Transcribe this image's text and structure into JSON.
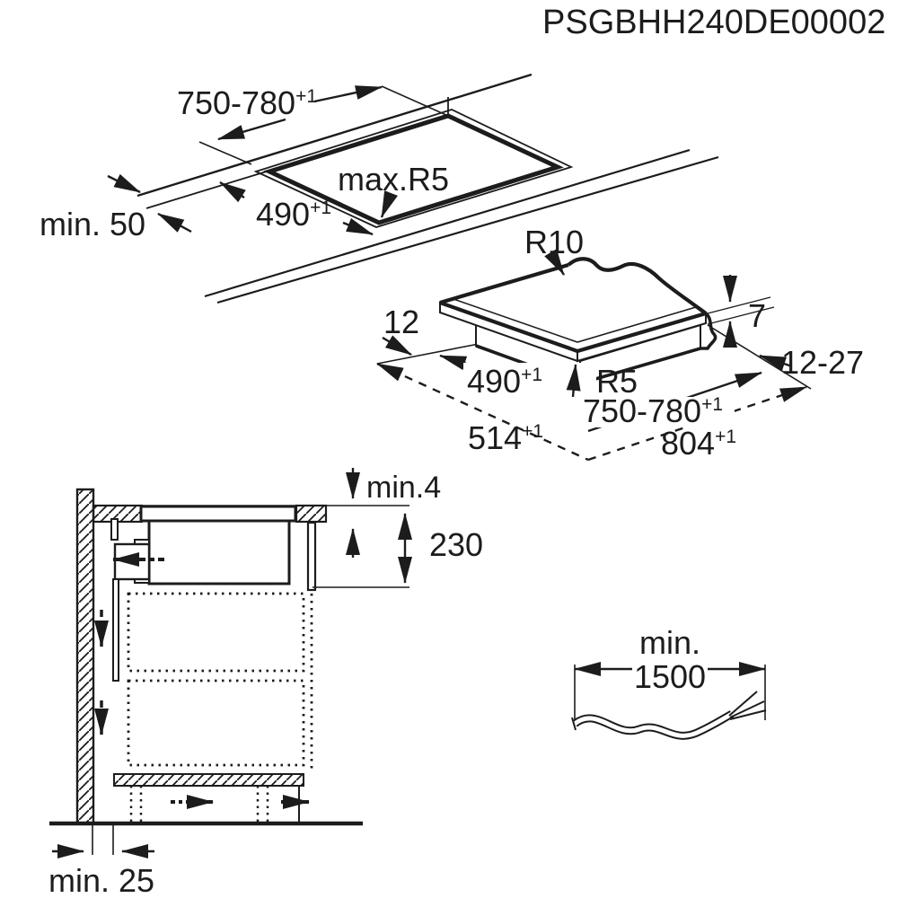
{
  "title": "PSGBHH240DE00002",
  "top_view": {
    "cutout_width": {
      "value": "750-780",
      "tolerance": "+1"
    },
    "cutout_depth": {
      "value": "490",
      "tolerance": "+1"
    },
    "cutout_corner_radius": "max.R5",
    "min_edge_distance": "min. 50"
  },
  "hob_3d": {
    "top_corner_radius": "R10",
    "left_overhang": "12",
    "glass_thickness": "7",
    "depth": {
      "value": "490",
      "tolerance": "+1"
    },
    "bottom_corner_radius": "R5",
    "width": {
      "value": "750-780",
      "tolerance": "+1"
    },
    "right_gap": "12-27",
    "overall_depth": {
      "value": "514",
      "tolerance": "+1"
    },
    "overall_width": {
      "value": "804",
      "tolerance": "+1"
    }
  },
  "section_view": {
    "min_top_clearance": "min.4",
    "built_in_depth": "230",
    "min_wall_distance": "min. 25"
  },
  "cable": {
    "prefix": "min.",
    "length": "1500"
  }
}
